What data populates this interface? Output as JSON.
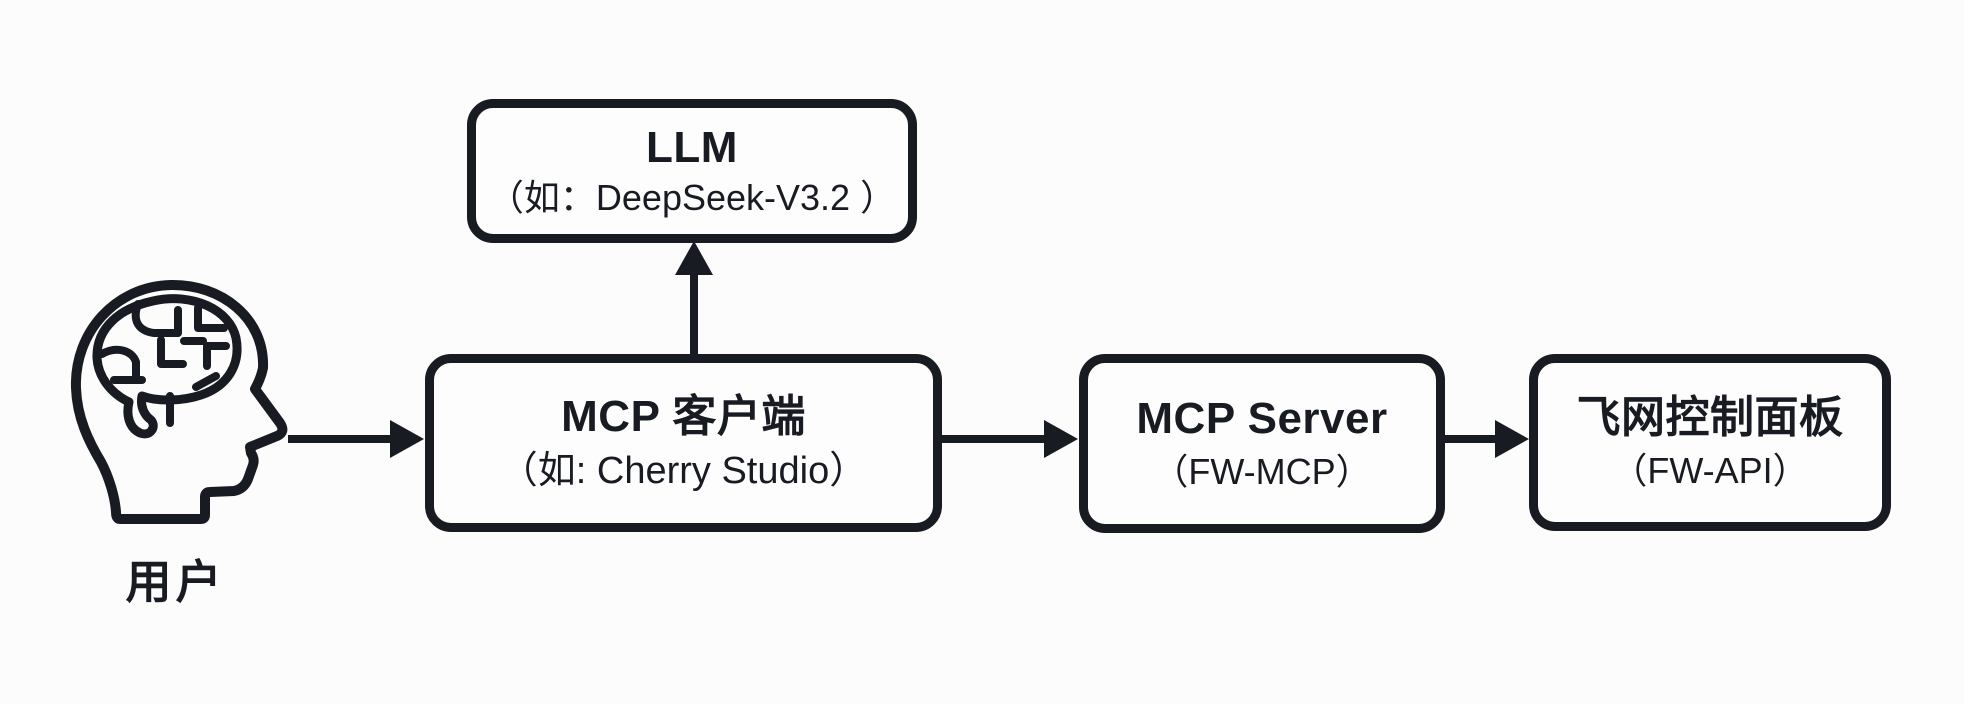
{
  "colors": {
    "ink": "#181b22",
    "background": "#fcfcfc",
    "node_fill": "#fdfdfd"
  },
  "user": {
    "label": "用户",
    "icon": "head-with-brain-icon"
  },
  "nodes": {
    "llm": {
      "title": "LLM",
      "subtitle": "（如：DeepSeek-V3.2 ）"
    },
    "client": {
      "title": "MCP 客户端",
      "subtitle": "（如: Cherry Studio）"
    },
    "server": {
      "title": "MCP Server",
      "subtitle": "（FW-MCP）"
    },
    "panel": {
      "title": "飞网控制面板",
      "subtitle": "（FW-API）"
    }
  },
  "edges": [
    {
      "from": "user",
      "to": "client",
      "direction": "right"
    },
    {
      "from": "client",
      "to": "llm",
      "direction": "up"
    },
    {
      "from": "client",
      "to": "server",
      "direction": "right"
    },
    {
      "from": "server",
      "to": "panel",
      "direction": "right"
    }
  ]
}
